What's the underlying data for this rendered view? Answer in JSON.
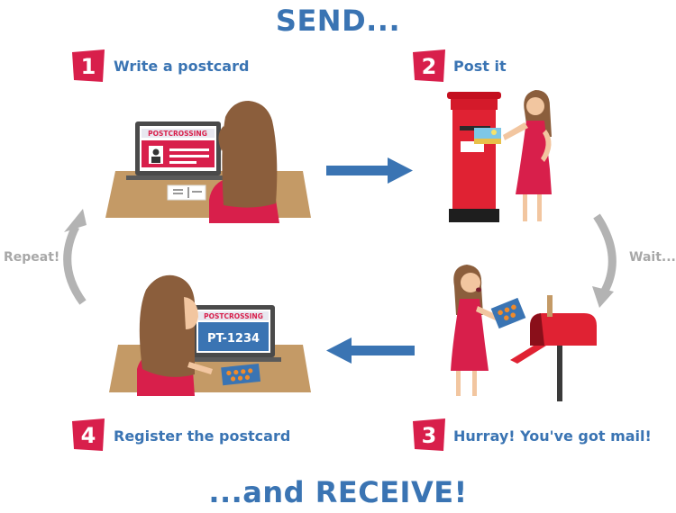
{
  "header": {
    "title": "SEND..."
  },
  "footer": {
    "title": "...and RECEIVE!"
  },
  "steps": [
    {
      "number": "1",
      "label": "Write a postcard"
    },
    {
      "number": "2",
      "label": "Post it"
    },
    {
      "number": "3",
      "label": "Hurray! You've got mail!"
    },
    {
      "number": "4",
      "label": "Register the postcard"
    }
  ],
  "side_labels": {
    "wait": "Wait...",
    "repeat": "Repeat!"
  },
  "screens": {
    "brand": "POSTCROSSING",
    "code": "PT-1234"
  },
  "colors": {
    "accent_blue": "#3a74b3",
    "badge_red": "#d81f4b",
    "arrow_gray": "#b3b3b3",
    "desk": "#c49a66"
  }
}
